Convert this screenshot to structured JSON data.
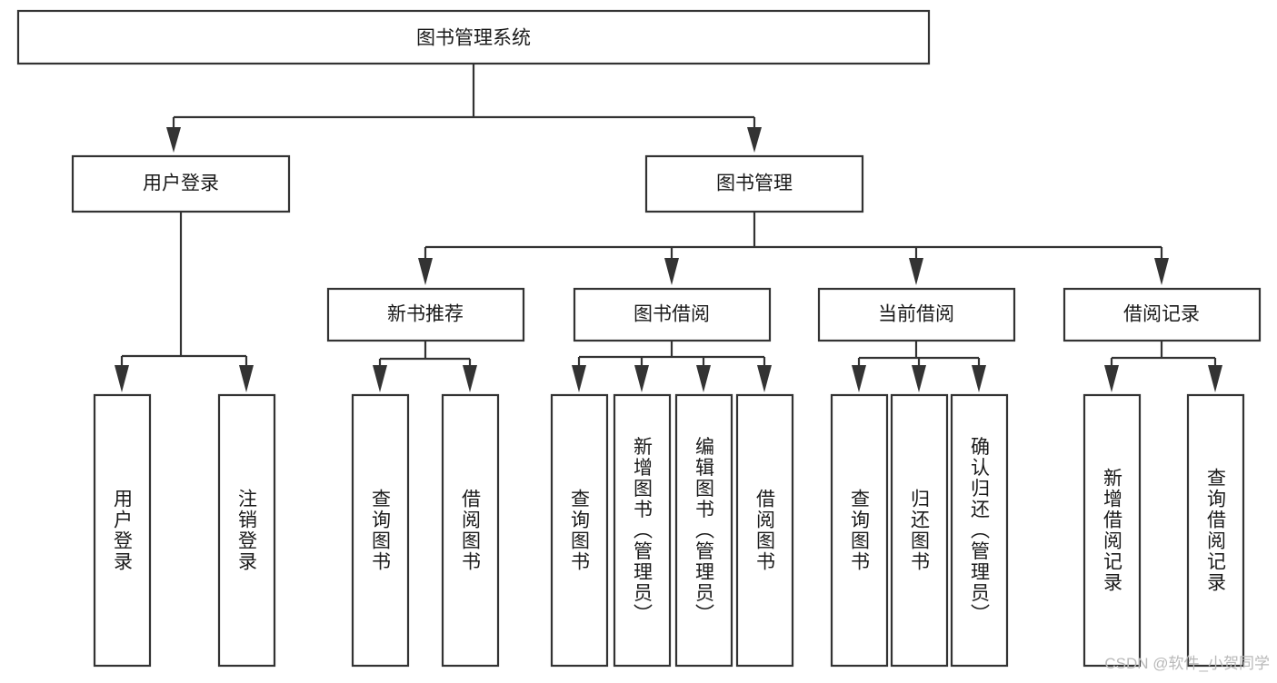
{
  "diagram": {
    "type": "tree-hierarchy",
    "title": "图书管理系统",
    "root": {
      "id": "root",
      "label": "图书管理系统",
      "level": 0
    },
    "level1": [
      {
        "id": "user-login",
        "label": "用户登录",
        "level": 1
      },
      {
        "id": "book-manage",
        "label": "图书管理",
        "level": 1
      }
    ],
    "level2": [
      {
        "id": "new-book-rec",
        "label": "新书推荐",
        "level": 2,
        "parent": "book-manage"
      },
      {
        "id": "book-borrow",
        "label": "图书借阅",
        "level": 2,
        "parent": "book-manage"
      },
      {
        "id": "current-borrow",
        "label": "当前借阅",
        "level": 2,
        "parent": "book-manage"
      },
      {
        "id": "borrow-record",
        "label": "借阅记录",
        "level": 2,
        "parent": "book-manage"
      }
    ],
    "leaves": [
      {
        "id": "leaf-user-login",
        "label": "用户登录",
        "parent": "user-login"
      },
      {
        "id": "leaf-logout",
        "label": "注销登录",
        "parent": "user-login"
      },
      {
        "id": "leaf-query-book-1",
        "label": "查询图书",
        "parent": "new-book-rec"
      },
      {
        "id": "leaf-borrow-book-1",
        "label": "借阅图书",
        "parent": "new-book-rec"
      },
      {
        "id": "leaf-query-book-2",
        "label": "查询图书",
        "parent": "book-borrow"
      },
      {
        "id": "leaf-add-book",
        "label": "新增图书（管理员）",
        "parent": "book-borrow"
      },
      {
        "id": "leaf-edit-book",
        "label": "编辑图书（管理员）",
        "parent": "book-borrow"
      },
      {
        "id": "leaf-borrow-book-2",
        "label": "借阅图书",
        "parent": "book-borrow"
      },
      {
        "id": "leaf-query-book-3",
        "label": "查询图书",
        "parent": "current-borrow"
      },
      {
        "id": "leaf-return-book",
        "label": "归还图书",
        "parent": "current-borrow"
      },
      {
        "id": "leaf-confirm-return",
        "label": "确认归还（管理员）",
        "parent": "current-borrow"
      },
      {
        "id": "leaf-add-record",
        "label": "新增借阅记录",
        "parent": "borrow-record"
      },
      {
        "id": "leaf-query-record",
        "label": "查询借阅记录",
        "parent": "borrow-record"
      }
    ],
    "colors": {
      "stroke": "#333333",
      "fill": "#ffffff",
      "text": "#1a1a1a",
      "background": "#ffffff",
      "watermark": "#b9b9b9"
    }
  },
  "watermark": {
    "text": "CSDN @软件_小贺同学"
  }
}
